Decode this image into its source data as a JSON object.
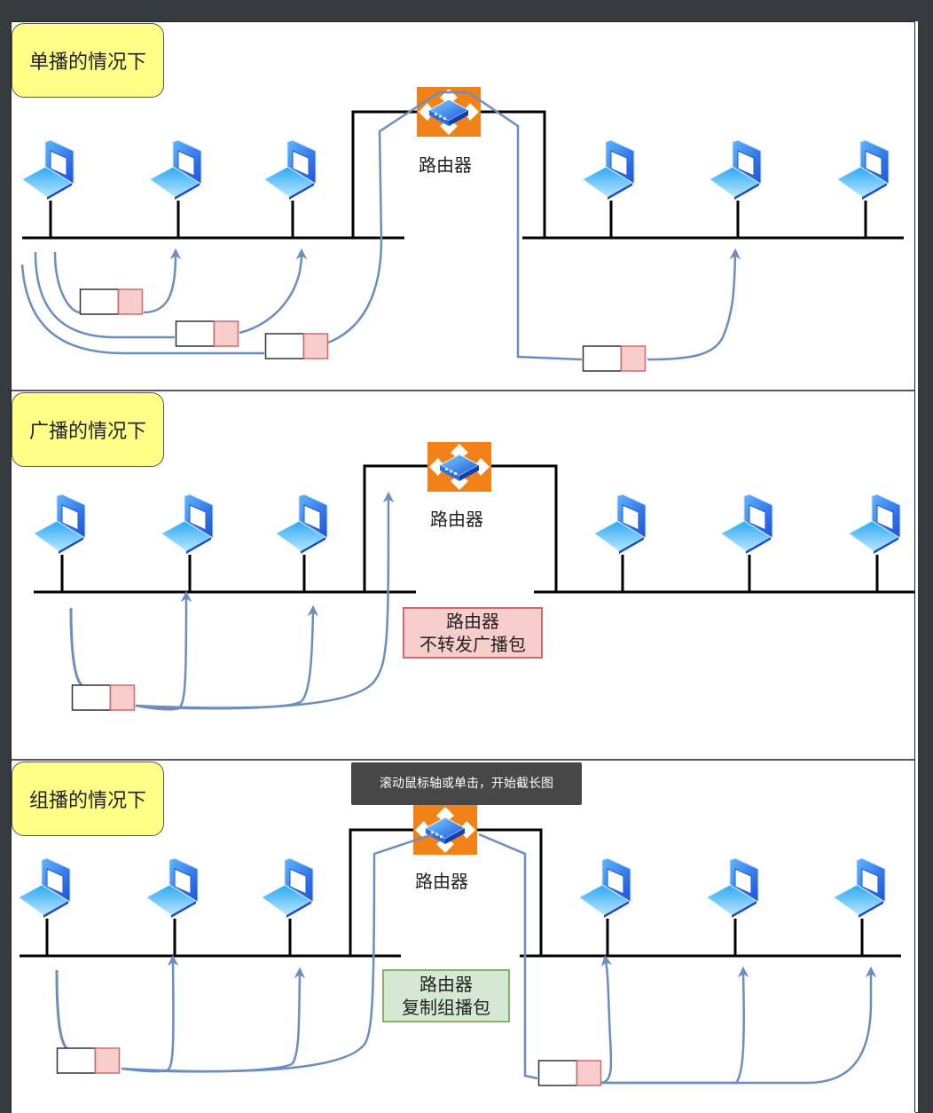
{
  "sections": [
    {
      "id": "unicast",
      "title": "单播的情况下",
      "router_label": "路由器",
      "note": null
    },
    {
      "id": "broadcast",
      "title": "广播的情况下",
      "router_label": "路由器",
      "note": {
        "line1": "路由器",
        "line2": "不转发广播包",
        "style": "red"
      }
    },
    {
      "id": "multicast",
      "title": "组播的情况下",
      "router_label": "路由器",
      "note": {
        "line1": "路由器",
        "line2": "复制组播包",
        "style": "green"
      }
    }
  ],
  "tooltip": "滚动鼠标轴或单击，开始截长图",
  "icons": {
    "host": "laptop-icon",
    "router": "router-icon",
    "packet": "packet-icon"
  },
  "colors": {
    "title_fill": "#ffff88",
    "packet_header": "#f8cecc",
    "flow_line": "#6c8ebf",
    "router_orange": "#f08218",
    "note_red": "#f8cecc",
    "note_green": "#d5e8d4",
    "background": "#363b40"
  }
}
